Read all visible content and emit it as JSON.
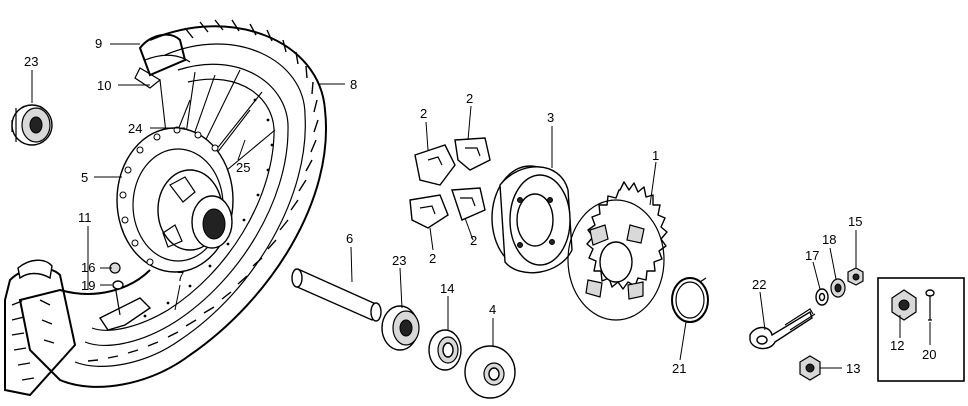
{
  "diagram": {
    "part_labels": {
      "p1": "1",
      "p2a": "2",
      "p2b": "2",
      "p2c": "2",
      "p2d": "2",
      "p3": "3",
      "p4": "4",
      "p5": "5",
      "p6": "6",
      "p7": "7",
      "p8": "8",
      "p9": "9",
      "p10": "10",
      "p11": "11",
      "p12": "12",
      "p13": "13",
      "p14": "14",
      "p15": "15",
      "p16": "16",
      "p17": "17",
      "p18": "18",
      "p19": "19",
      "p20": "20",
      "p21": "21",
      "p22": "22",
      "p23a": "23",
      "p23b": "23",
      "p24": "24",
      "p25": "25"
    }
  }
}
